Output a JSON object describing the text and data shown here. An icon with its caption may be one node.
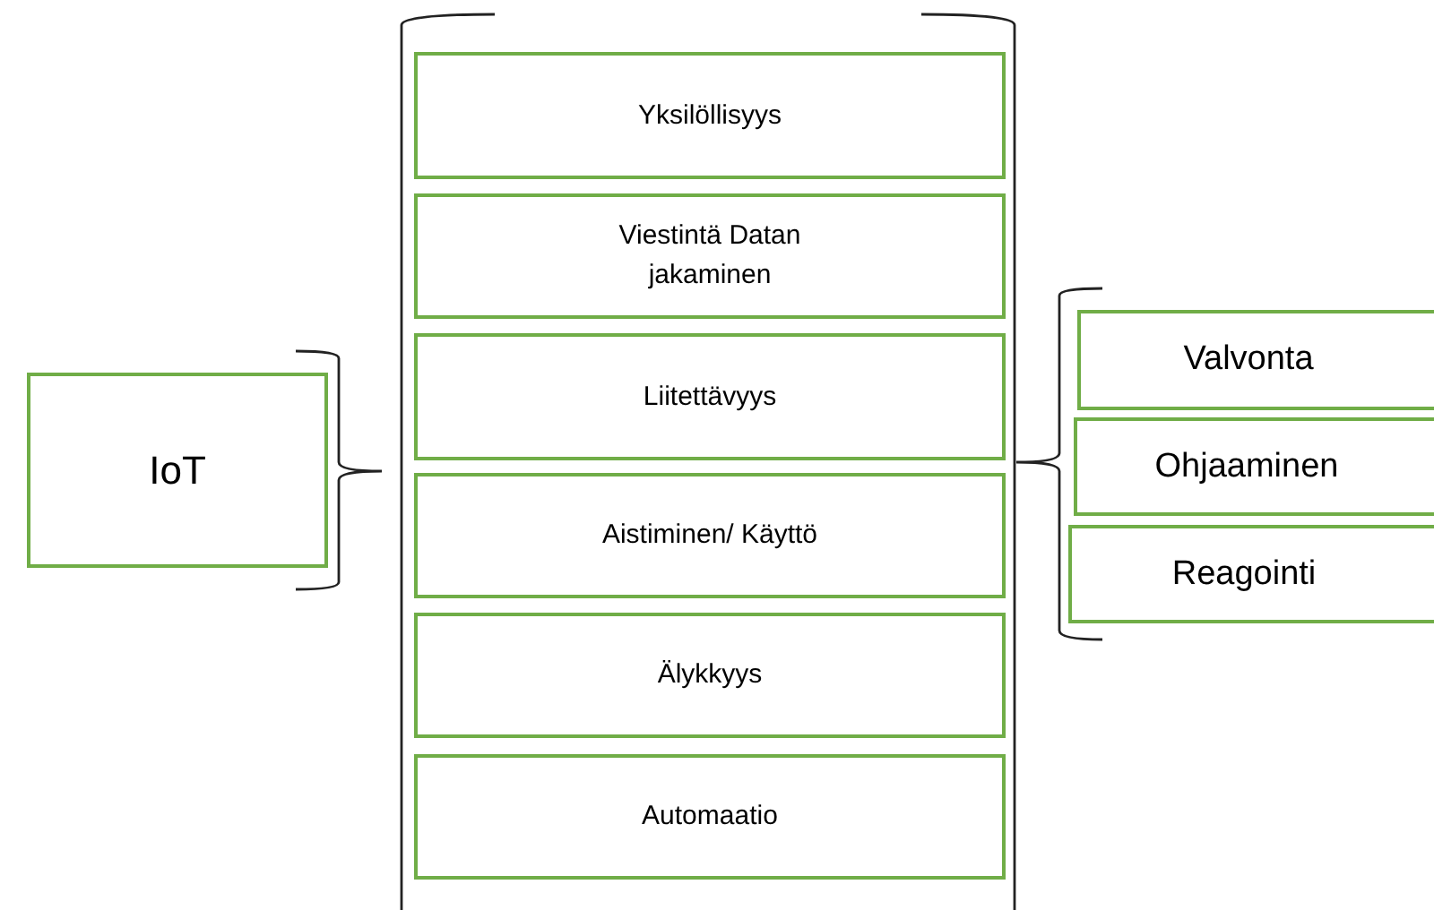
{
  "diagram": {
    "nodes": [
      {
        "text": [
          "IoT"
        ]
      },
      {
        "text": [
          "Yksilöllisyys"
        ]
      },
      {
        "text": [
          "Viestintä Datan jakaminen"
        ]
      },
      {
        "text": [
          "Liitettävyys"
        ]
      },
      {
        "text": [
          "Aistiminen/ Käyttö"
        ]
      },
      {
        "text": [
          "Älykkyys"
        ]
      },
      {
        "text": [
          "Automaatio"
        ]
      },
      {
        "text": [
          "Valvonta"
        ]
      },
      {
        "text": [
          "Ohjaaminen"
        ]
      },
      {
        "text": [
          "Reagointi"
        ]
      }
    ]
  }
}
